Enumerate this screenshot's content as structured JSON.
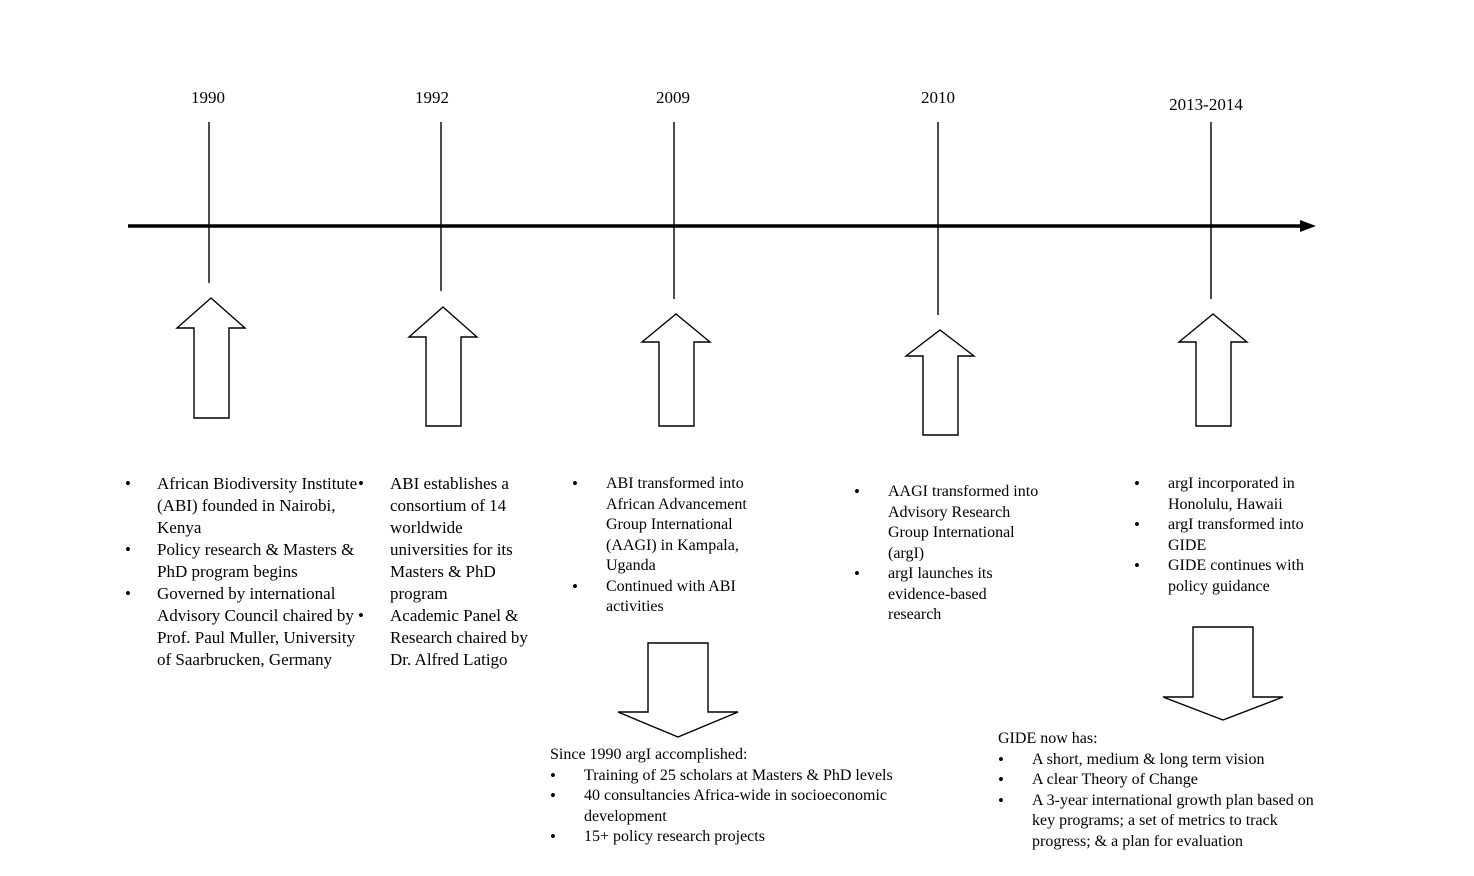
{
  "timeline": {
    "years": [
      "1990",
      "1992",
      "2009",
      "2010",
      "2013-2014"
    ]
  },
  "events": [
    {
      "items": [
        "African Biodiversity Institute (ABI) founded in Nairobi, Kenya",
        "Policy research & Masters & PhD program begins",
        "Governed by international Advisory Council chaired by Prof. Paul Muller, University of Saarbrucken, Germany"
      ]
    },
    {
      "items": [
        "ABI establishes a consortium of 14 worldwide universities for its Masters & PhD program",
        "Academic Panel & Research chaired by Dr. Alfred Latigo"
      ]
    },
    {
      "items": [
        "ABI transformed into African Advancement Group International (AAGI) in Kampala, Uganda",
        "Continued with ABI activities"
      ]
    },
    {
      "items": [
        "AAGI transformed into Advisory Research Group International (argI)",
        "argI launches its evidence-based research"
      ]
    },
    {
      "items": [
        "argI incorporated in Honolulu, Hawaii",
        "argI transformed into GIDE",
        "GIDE continues with policy guidance"
      ]
    }
  ],
  "accomplishments": {
    "heading": "Since 1990 argI accomplished:",
    "items": [
      "Training of 25 scholars at Masters & PhD levels",
      "40 consultancies Africa-wide in socioeconomic development",
      "15+ policy research projects"
    ]
  },
  "gide_now": {
    "heading": "GIDE now has:",
    "items": [
      "A short, medium & long term vision",
      "A clear Theory of Change",
      "A 3-year international growth plan based on key programs; a set of metrics to track progress; & a plan for evaluation"
    ]
  }
}
